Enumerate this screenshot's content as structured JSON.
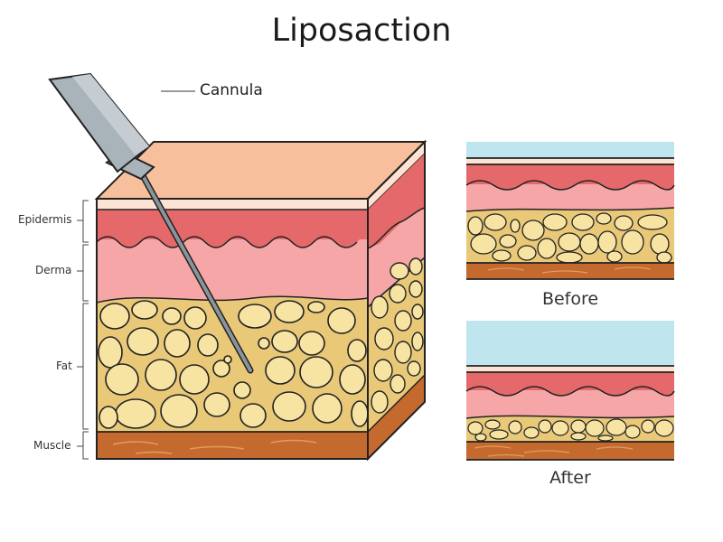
{
  "title": "Liposaction",
  "labels": {
    "cannula": "Cannula",
    "epidermis": "Epidermis",
    "derma": "Derma",
    "fat": "Fat",
    "muscle": "Muscle"
  },
  "panels": {
    "before": "Before",
    "after": "After"
  },
  "colors": {
    "skin_top": "#f8bf9c",
    "epidermis": "#e5696a",
    "derma": "#f6a6a7",
    "fat_bg": "#e9c878",
    "fat_cell": "#f7e3a2",
    "muscle": "#c56a2e",
    "sky": "#bfe6ef",
    "outline": "#222222",
    "cannula_body": "#9aa5ad"
  }
}
